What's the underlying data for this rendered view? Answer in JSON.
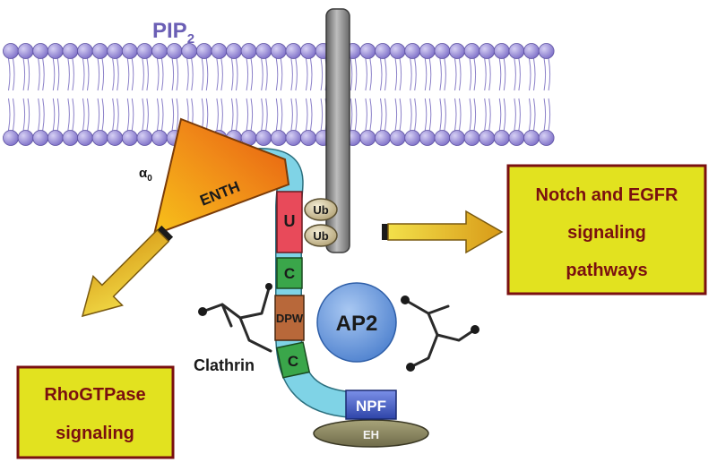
{
  "membrane": {
    "lipid": "PIP",
    "lipid_subscript": "2",
    "lipid_color": "#6b5fb5"
  },
  "enth": {
    "label": "ENTH",
    "helix_label": "α",
    "helix_subscript": "0"
  },
  "domains": {
    "uim": "U",
    "ub_top": "Ub",
    "ub_bottom": "Ub",
    "cbm_top": "C",
    "dpw": "DPW",
    "cbm_bottom": "C",
    "npf": "NPF",
    "eh": "EH",
    "ap2": "AP2",
    "clathrin": "Clathrin"
  },
  "outputs": {
    "right_box": [
      "Notch and EGFR",
      "signaling",
      "pathways"
    ],
    "left_box": [
      "RhoGTPase",
      "signaling"
    ]
  },
  "colors": {
    "box_fill": "#e2e21f",
    "box_border": "#7a1010",
    "box_text": "#7a1010",
    "arrow": "#e0a81a",
    "receptor": "#8d8d8d",
    "tail": "#7fd3e6",
    "uim": "#e84a5a",
    "cbm": "#3aa64a",
    "dpw": "#b8683a",
    "ap2": "#5c8fd6",
    "npf": "#3a52b8",
    "eh": "#8e8a62",
    "ub": "#c8b98a"
  }
}
